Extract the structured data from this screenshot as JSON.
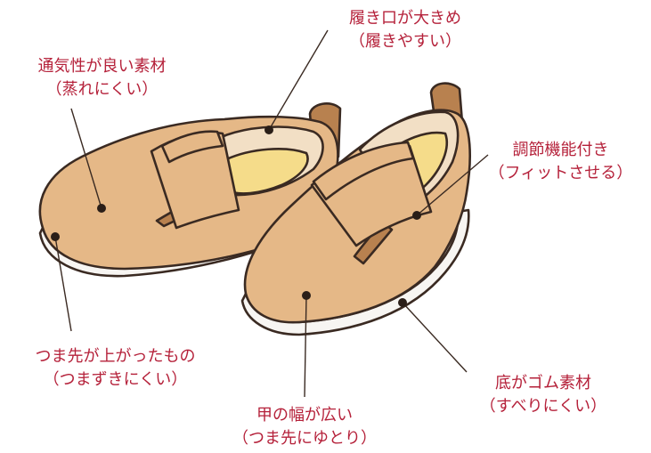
{
  "colors": {
    "label_text": "#b5213a",
    "outline": "#3a2a22",
    "shoe_body": "#e5b887",
    "shoe_shade": "#c99a6a",
    "heel_tab": "#b8814f",
    "insole": "#f5dc8a",
    "lining": "#f2dfc5",
    "sole": "#f7f5f2"
  },
  "illustration": {
    "subject": "pair of velcro strap shoes",
    "marker_icon": "dot"
  },
  "annotations": [
    {
      "id": "heel-opening",
      "title": "履き口が大きめ",
      "subtitle": "（履きやすい）"
    },
    {
      "id": "breathable",
      "title": "通気性が良い素材",
      "subtitle": "（蒸れにくい）"
    },
    {
      "id": "adjustable",
      "title": "調節機能付き",
      "subtitle": "（フィットさせる）"
    },
    {
      "id": "raised-toe",
      "title": "つま先が上がったもの",
      "subtitle": "（つまずきにくい）"
    },
    {
      "id": "rubber-sole",
      "title": "底がゴム素材",
      "subtitle": "（すべりにくい）"
    },
    {
      "id": "wide-toe",
      "title": "甲の幅が広い",
      "subtitle": "（つま先にゆとり）"
    }
  ]
}
